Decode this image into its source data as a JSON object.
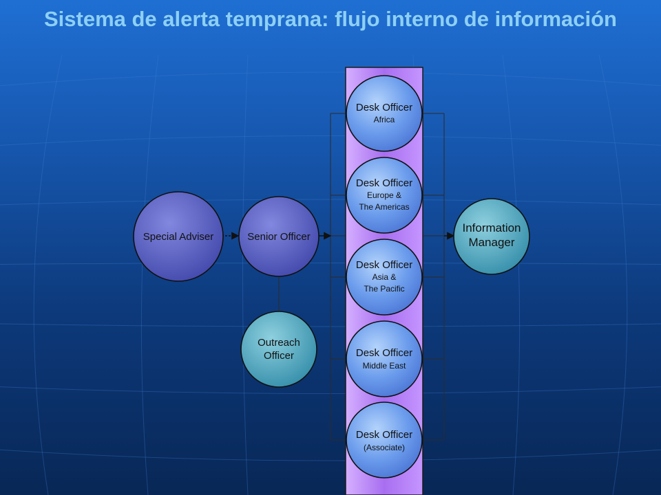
{
  "title": "Sistema de alerta temprana: flujo interno de información",
  "nodes": {
    "special_adviser": {
      "line1": "Special Adviser"
    },
    "senior_officer": {
      "line1": "Senior Officer"
    },
    "outreach_officer": {
      "line1": "Outreach",
      "line2": "Officer"
    },
    "information_manager": {
      "line1": "Information",
      "line2": "Manager"
    },
    "desk_officers": [
      {
        "title": "Desk Officer",
        "sub1": "Africa",
        "sub2": ""
      },
      {
        "title": "Desk Officer",
        "sub1": "Europe &",
        "sub2": "The Americas"
      },
      {
        "title": "Desk Officer",
        "sub1": "Asia &",
        "sub2": "The Pacific"
      },
      {
        "title": "Desk Officer",
        "sub1": "Middle East",
        "sub2": ""
      },
      {
        "title": "Desk Officer",
        "sub1": "(Associate)",
        "sub2": ""
      }
    ]
  },
  "colors": {
    "adviser_fill": "#5a61c6",
    "desk_fill": "#5a8ee6",
    "teal_fill": "#3fa2bb",
    "column_fill": "#b27ff0",
    "title": "#8ed0f5"
  }
}
